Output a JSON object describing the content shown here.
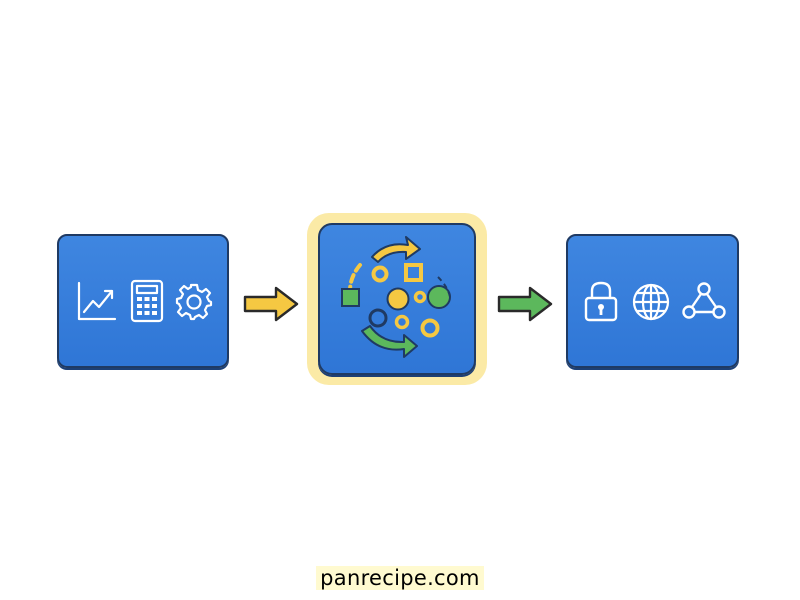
{
  "diagram": {
    "stages": [
      {
        "id": "input",
        "icons": [
          "line-chart-icon",
          "calculator-icon",
          "gear-icon"
        ]
      },
      {
        "id": "process",
        "highlighted": true,
        "icons": [
          "cycle-arrows-icon",
          "circle-shape-icon",
          "square-shape-icon"
        ]
      },
      {
        "id": "output",
        "icons": [
          "padlock-icon",
          "globe-icon",
          "network-nodes-icon"
        ]
      }
    ],
    "connectors": [
      {
        "from": "input",
        "to": "process",
        "color": "#f5c842"
      },
      {
        "from": "process",
        "to": "output",
        "color": "#5cb85c"
      }
    ],
    "colors": {
      "box_fill": "#3a82dd",
      "box_border": "#1f3a63",
      "halo": "#fbeaa6",
      "accent_yellow": "#f5c842",
      "accent_green": "#5cb85c"
    }
  },
  "footer": {
    "watermark": "panrecipe.com"
  }
}
